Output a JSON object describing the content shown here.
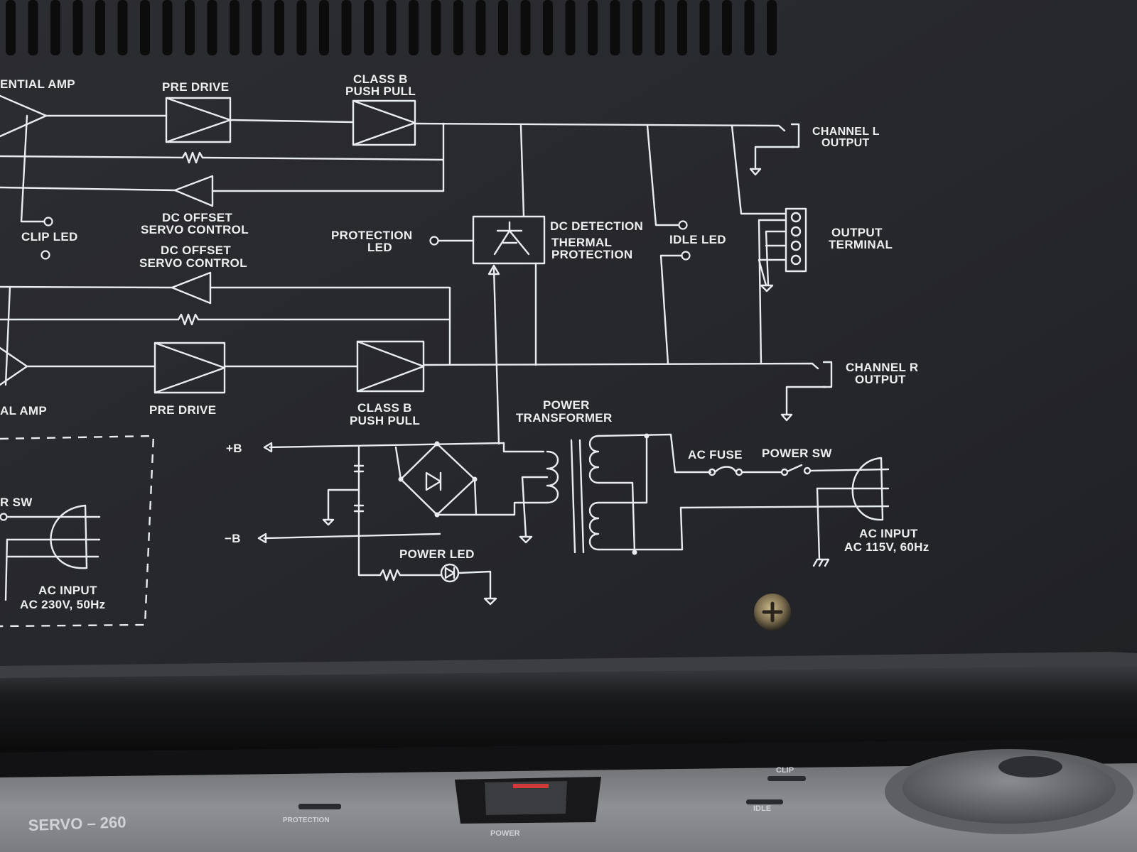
{
  "photo": {
    "colors": {
      "panel": "#26272b",
      "print": "#e9ecef",
      "front": "#9a9ca0"
    }
  },
  "schematic": {
    "labels": {
      "diff_amp_l": "ENTIAL  AMP",
      "pre_drive_l": "PRE DRIVE",
      "class_b_l_1": "CLASS B",
      "class_b_l_2": "PUSH PULL",
      "channel_l_1": "CHANNEL  L",
      "channel_l_2": "OUTPUT",
      "clip_led": "CLIP LED",
      "dc_offset_1a": "DC OFFSET",
      "dc_offset_1b": "SERVO CONTROL",
      "dc_offset_2a": "DC OFFSET",
      "dc_offset_2b": "SERVO CONTROL",
      "protection_led_1": "PROTECTION",
      "protection_led_2": "LED",
      "dc_detection": "DC DETECTION",
      "thermal_1": "THERMAL",
      "thermal_2": "PROTECTION",
      "idle_led": "IDLE LED",
      "output_terminal_1": "OUTPUT",
      "output_terminal_2": "TERMINAL",
      "diff_amp_r": "AL  AMP",
      "pre_drive_r": "PRE DRIVE",
      "class_b_r_1": "CLASS B",
      "class_b_r_2": "PUSH PULL",
      "channel_r_1": "CHANNEL  R",
      "channel_r_2": "OUTPUT",
      "power_transformer_1": "POWER",
      "power_transformer_2": "TRANSFORMER",
      "plus_b": "+B",
      "minus_b": "−B",
      "ac_fuse": "AC FUSE",
      "power_sw": "POWER SW",
      "ac_input_us_1": "AC INPUT",
      "ac_input_us_2": "AC 115V, 60Hz",
      "power_led": "POWER LED",
      "r_sw_partial": "R SW",
      "ac_input_eu_1": "AC INPUT",
      "ac_input_eu_2": "AC 230V, 50Hz"
    }
  },
  "front_panel": {
    "model": "SERVO – 260",
    "protection": "PROTECTION",
    "power": "POWER",
    "clip": "CLIP",
    "idle": "IDLE"
  }
}
